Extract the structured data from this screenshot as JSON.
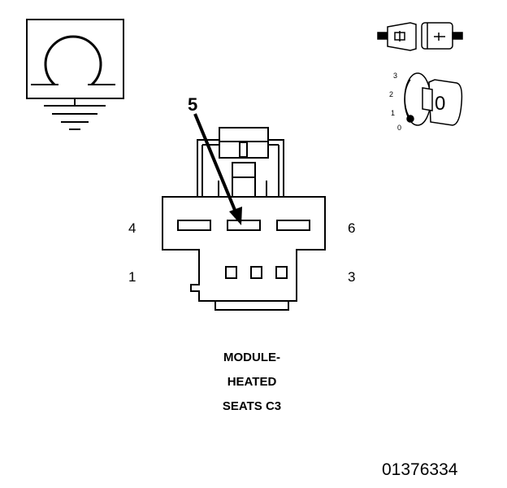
{
  "title_lines": [
    "MODULE-",
    "HEATED",
    "SEATS C3"
  ],
  "reference_number": "01376334",
  "callout_label": "5",
  "pin_labels": {
    "p4": "4",
    "p6": "6",
    "p1": "1",
    "p3": "3"
  },
  "key_positions": [
    "3",
    "2",
    "1",
    "0"
  ],
  "key_glyph": "0",
  "icons": [
    "ohm-meter-symbol-icon",
    "ground-symbol-icon",
    "connector-pair-icon",
    "ignition-key-icon"
  ],
  "colors": {
    "line": "#000000",
    "background": "#ffffff"
  }
}
